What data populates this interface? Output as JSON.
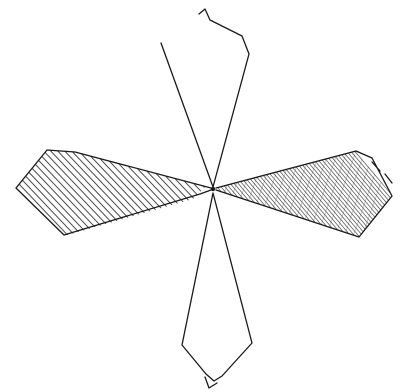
{
  "drawing": {
    "style": "hand-drawn sketch",
    "colors": {
      "background": "#ffffff",
      "ink": "#1a1a1a",
      "hatch": "#2b2b2b"
    },
    "lobes": [
      {
        "id": "top",
        "filled": false
      },
      {
        "id": "bottom",
        "filled": false
      },
      {
        "id": "left",
        "filled": true,
        "fill_style": "hatched"
      },
      {
        "id": "right",
        "filled": true,
        "fill_style": "stippled-hatched"
      }
    ]
  }
}
